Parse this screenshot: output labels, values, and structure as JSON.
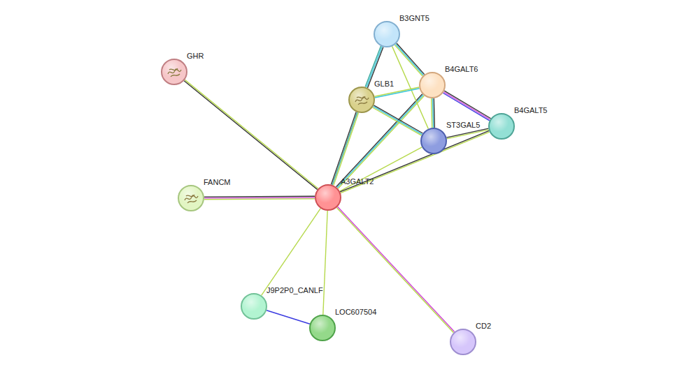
{
  "diagram": {
    "nodes": [
      {
        "text": [
          "B3GNT5"
        ]
      },
      {
        "text": [
          "GHR"
        ]
      },
      {
        "text": [
          "B4GALT6"
        ]
      },
      {
        "text": [
          "GLB1"
        ]
      },
      {
        "text": [
          "B4GALT5"
        ]
      },
      {
        "text": [
          "ST3GAL5"
        ]
      },
      {
        "text": [
          "A3GALT2"
        ]
      },
      {
        "text": [
          "FANCM"
        ]
      },
      {
        "text": [
          "J9P2P0_CANLF"
        ]
      },
      {
        "text": [
          "LOC607504"
        ]
      },
      {
        "text": [
          "CD2"
        ]
      }
    ],
    "edges": [
      {
        "from": 6,
        "to": 1,
        "arrow": "none"
      },
      {
        "from": 6,
        "to": 7,
        "arrow": "none"
      },
      {
        "from": 6,
        "to": 3,
        "arrow": "none"
      },
      {
        "from": 6,
        "to": 2,
        "arrow": "none"
      },
      {
        "from": 6,
        "to": 5,
        "arrow": "none"
      },
      {
        "from": 6,
        "to": 4,
        "arrow": "none"
      },
      {
        "from": 6,
        "to": 8,
        "arrow": "none"
      },
      {
        "from": 6,
        "to": 9,
        "arrow": "none"
      },
      {
        "from": 6,
        "to": 10,
        "arrow": "none"
      },
      {
        "from": 8,
        "to": 9,
        "arrow": "none"
      },
      {
        "from": 0,
        "to": 3,
        "arrow": "none"
      },
      {
        "from": 0,
        "to": 2,
        "arrow": "none"
      },
      {
        "from": 0,
        "to": 5,
        "arrow": "none"
      },
      {
        "from": 3,
        "to": 2,
        "arrow": "none"
      },
      {
        "from": 3,
        "to": 5,
        "arrow": "none"
      },
      {
        "from": 2,
        "to": 5,
        "arrow": "none"
      },
      {
        "from": 2,
        "to": 4,
        "arrow": "none"
      },
      {
        "from": 5,
        "to": 4,
        "arrow": "none"
      }
    ]
  }
}
